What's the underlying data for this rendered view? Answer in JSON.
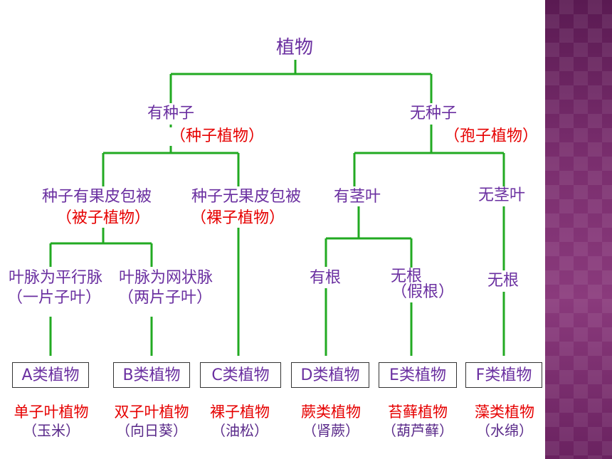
{
  "root": "植物",
  "seed": {
    "label": "有种子",
    "group": "（种子植物）"
  },
  "noseed": {
    "label": "无种子",
    "group": "（孢子植物）"
  },
  "angio": {
    "label": "种子有果皮包被",
    "group": "（被子植物）"
  },
  "gymno": {
    "label": "种子无果皮包被",
    "group": "（裸子植物）"
  },
  "stem": {
    "label": "有茎叶"
  },
  "nostem": {
    "label": "无茎叶"
  },
  "mono": {
    "label": "叶脉为平行脉",
    "sub": "（一片子叶）"
  },
  "dicot": {
    "label": "叶脉为网状脉",
    "sub": "（两片子叶）"
  },
  "root_yes": {
    "label": "有根"
  },
  "root_no": {
    "label": "无根",
    "sub": "（假根）"
  },
  "root_no2": {
    "label": "无根"
  },
  "boxes": [
    "A类植物",
    "B类植物",
    "C类植物",
    "D类植物",
    "E类植物",
    "F类植物"
  ],
  "examples": [
    {
      "name": "单子叶植物",
      "sample": "（玉米）"
    },
    {
      "name": "双子叶植物",
      "sample": "（向日葵）"
    },
    {
      "name": "裸子植物",
      "sample": "（油松）"
    },
    {
      "name": "蕨类植物",
      "sample": "（肾蕨）"
    },
    {
      "name": "苔藓植物",
      "sample": "（葫芦藓）"
    },
    {
      "name": "藻类植物",
      "sample": "（水绵）"
    }
  ],
  "colors": {
    "line": "#22aa22",
    "label": "#6a2fa0",
    "group": "#e60000",
    "side": "#7a2e6e"
  }
}
